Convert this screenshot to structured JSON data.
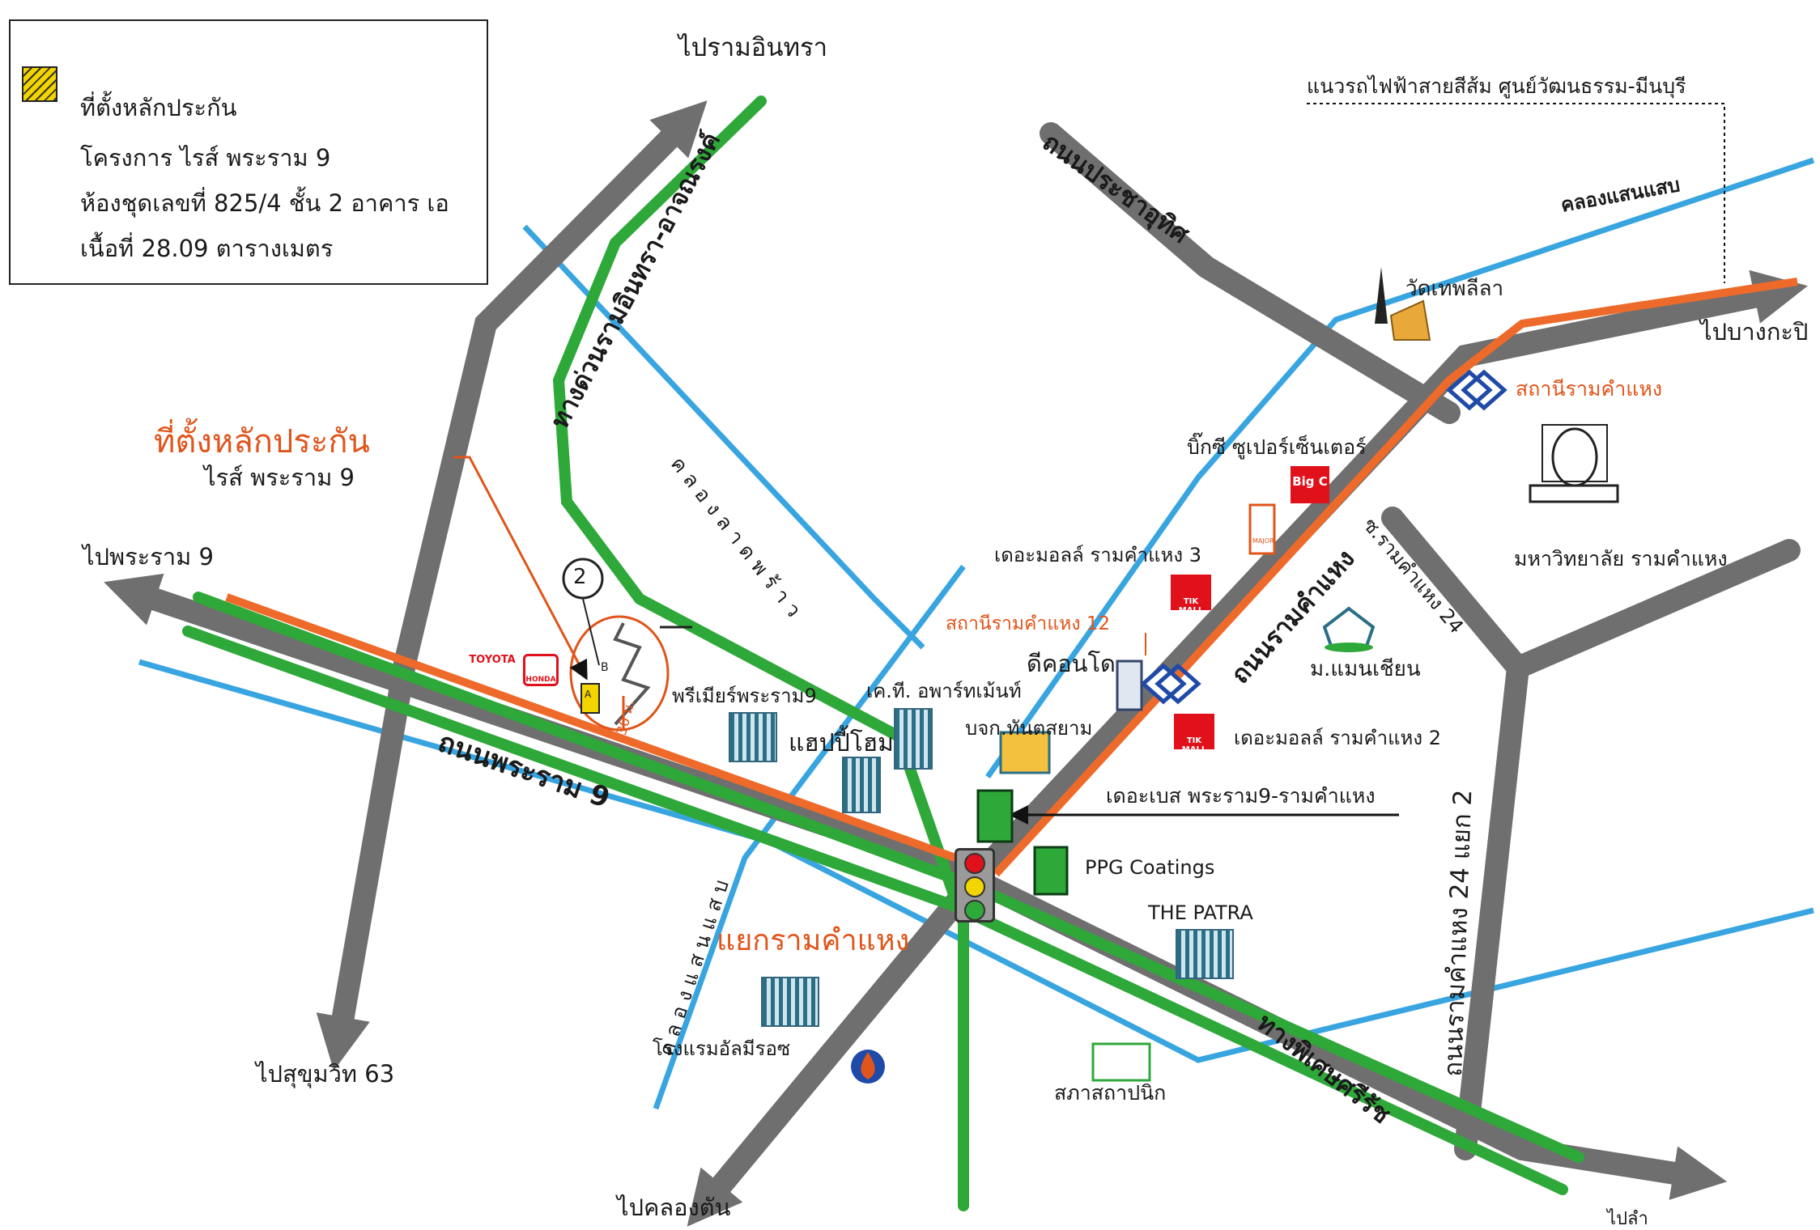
{
  "legend": {
    "line1": "ที่ตั้งหลักประกัน",
    "line2": "โครงการ ไรส์ พระราม 9",
    "line3": "ห้องชุดเลขที่ 825/4 ชั้น 2 อาคาร เอ",
    "line4": "เนื้อที่ 28.09 ตารางเมตร"
  },
  "directions": {
    "to_ram_inthra": "ไปรามอินทรา",
    "to_rama9": "ไปพระราม 9",
    "to_sukhumvit63": "ไปสุขุมวิท 63",
    "to_khlong_tan": "ไปคลองตัน",
    "to_bang_kapi": "ไปบางกะปิ",
    "to_bottom_right": "ไปลำ"
  },
  "site": {
    "title": "ที่ตั้งหลักประกัน",
    "project": "ไรส์ พระราม 9",
    "marker_number": "2",
    "distance": "30 ม.",
    "building_a": "A",
    "building_b": "B"
  },
  "roads": {
    "rama9_road": "ถนนพระราม 9",
    "expressway": "ทางด่วนรามอินทรา-อาจณรงค์",
    "pracha_uthit": "ถนนประชาอุทิศ",
    "ramkhamhaeng_road": "ถนนรามคำแหง",
    "soi_24": "ซ.รามคำแหง 24",
    "ramkhamhaeng_24_2": "ถนนรามคำแหง 24 แยก 2",
    "special_road": "ทางพิเศษศรีรัช",
    "junction": "แยกรามคำแหง"
  },
  "canals": {
    "saen_saep_top": "คลองแสนแสบ",
    "lat_phrao": "คลองลาดพร้าว",
    "saen_saep_left": "คลองแสนแสบ"
  },
  "rail": {
    "orange_line_note": "แนวรถไฟฟ้าสายสีส้ม ศูนย์วัฒนธรรม-มีนบุรี",
    "station_ramkhamhaeng": "สถานีรามคำแหง",
    "station_ramkhamhaeng12": "สถานีรามคำแหง 12"
  },
  "landmarks": {
    "wat_thep_leela": "วัดเทพลีลา",
    "big_c": "บิ๊กซี ซูเปอร์เซ็นเตอร์",
    "the_mall_3": "เดอะมอลล์ รามคำแหง 3",
    "the_mall_2": "เดอะมอลล์ รามคำแหง 2",
    "ramkhamhaeng_univ": "มหาวิทยาลัย รามคำแหง",
    "man_thian": "ม.แมนเชียน",
    "d_condo": "ดีคอนโด",
    "tuntasiam": "บจก.ทันตสยาม",
    "the_base": "เดอะเบส พระราม9-รามคำแหง",
    "ppg": "PPG Coatings",
    "the_patra": "THE PATRA",
    "sapha_sathapanik": "สภาสถาปนิก",
    "premier_rama9": "พรีเมียร์พระราม9",
    "kt_apartment": "เค.ที. อพาร์ทเม้นท์",
    "happy_home": "แฮปปี้โฮม",
    "al_meroz": "โรงแรมอัลมีรอซ",
    "toyota": "TOYOTA",
    "honda": "HONDA",
    "big_c_logo": "Big C",
    "tik_mall": "TIK MALL",
    "major": "MAJOR"
  },
  "colors": {
    "road_gray": "#6f6f6f",
    "green_route": "#2fa83a",
    "canal_blue": "#39a5e0",
    "orange_line": "#ee6a2a",
    "site_marker": "#e0551b"
  }
}
